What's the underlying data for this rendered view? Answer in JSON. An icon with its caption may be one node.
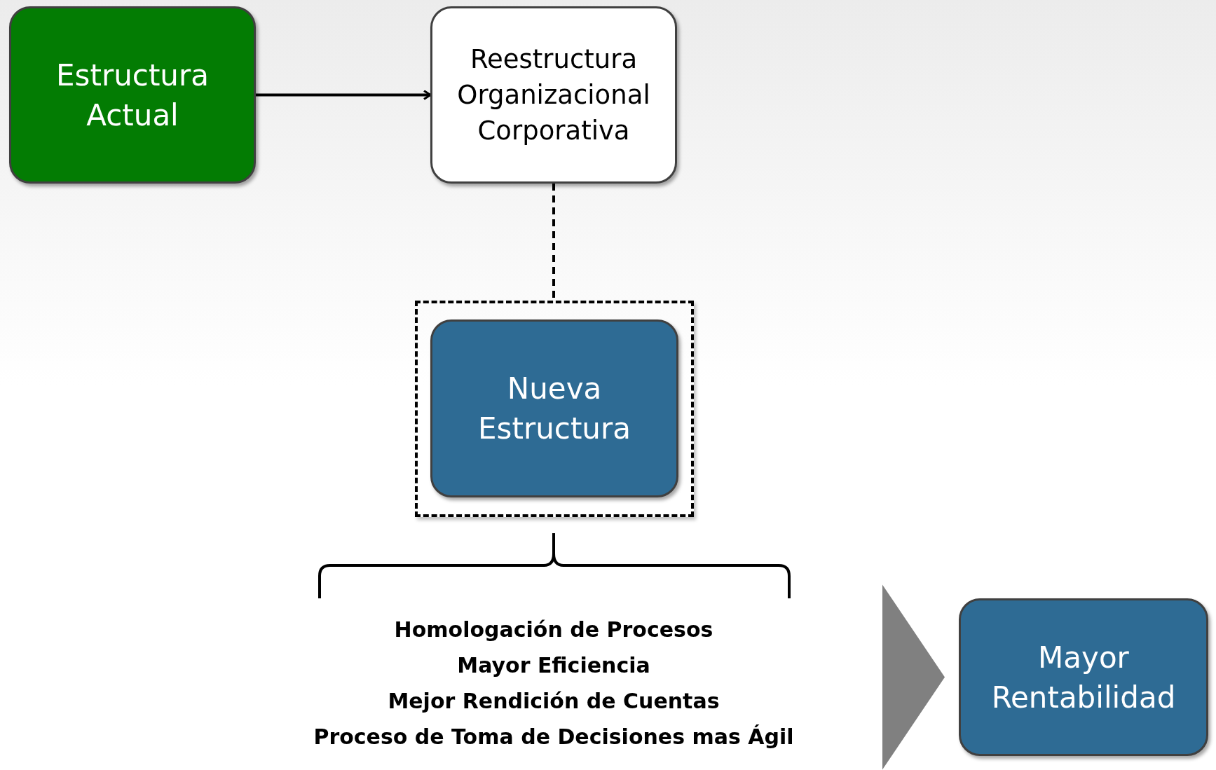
{
  "diagram": {
    "nodes": [
      {
        "text": [
          "Estructura Actual"
        ]
      },
      {
        "text": [
          "Reestructura Organizacional Corporativa"
        ]
      },
      {
        "text": [],
        "shape": "box"
      },
      {
        "text": [
          "Nueva Estructura"
        ],
        "in": 2
      },
      {
        "text": [
          "Homologación de Procesos",
          "Mayor Eficiencia",
          "Mejor Rendición de Cuentas",
          "Proceso de Toma de Decisiones mas Ágil"
        ]
      },
      {
        "text": [
          "Mayor Rentabilidad"
        ]
      }
    ],
    "edges": [
      {
        "from": 0,
        "to": 1,
        "arrow": "to"
      },
      {
        "from": 1,
        "to": 2,
        "arrow": "none",
        "style": "dashed"
      },
      {
        "from": 4,
        "to": 5,
        "arrow": "to",
        "style": "thick",
        "color": "#808080"
      }
    ]
  }
}
